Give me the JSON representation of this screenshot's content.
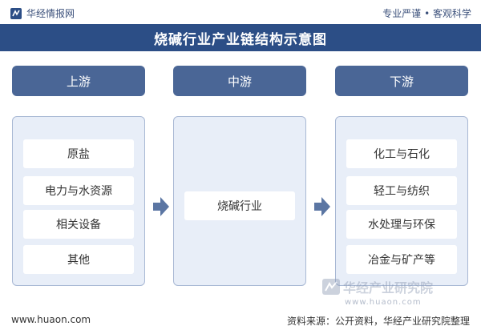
{
  "header": {
    "brand": "华经情报网",
    "slogan": "专业严谨 • 客观科学"
  },
  "title": "烧碱行业产业链结构示意图",
  "sections": {
    "upstream": {
      "label": "上游",
      "items": [
        "原盐",
        "电力与水资源",
        "相关设备",
        "其他"
      ]
    },
    "midstream": {
      "label": "中游",
      "items": [
        "烧碱行业"
      ]
    },
    "downstream": {
      "label": "下游",
      "items": [
        "化工与石化",
        "轻工与纺织",
        "水处理与环保",
        "冶金与矿产等"
      ]
    }
  },
  "watermark": {
    "name": "华经产业研究院",
    "url": "www.huaon.com"
  },
  "footer": {
    "url": "www.huaon.com",
    "source": "资料来源：公开资料，华经产业研究院整理"
  },
  "colors": {
    "title_band": "#2c4e86",
    "section_header": "#4a6696",
    "panel_bg": "#e8eef8",
    "arrow": "#5b76a3"
  }
}
